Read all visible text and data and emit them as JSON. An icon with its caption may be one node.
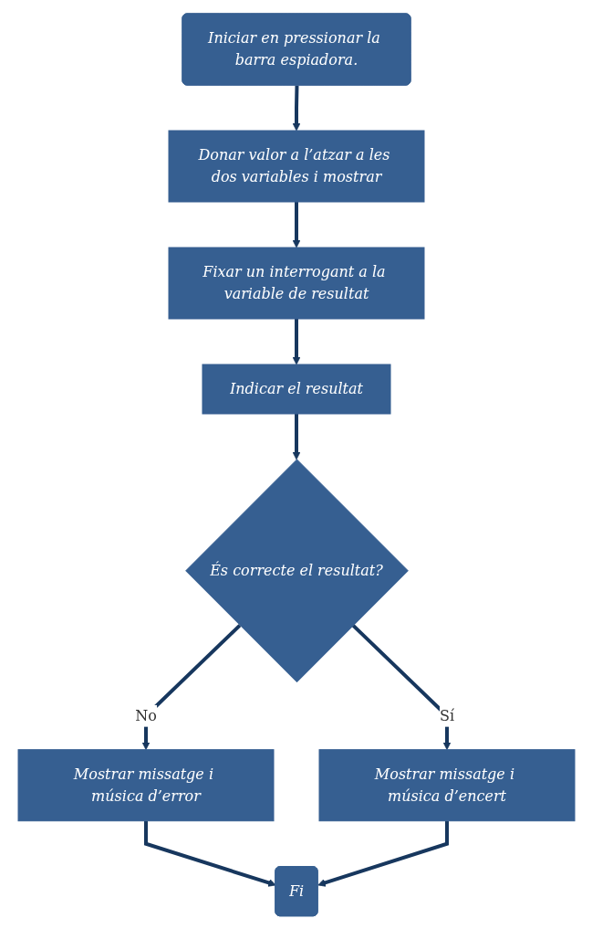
{
  "diagram": {
    "nodes": [
      {
        "text": [
          "Iniciar en pressionar la barra espiadora."
        ]
      },
      {
        "text": [
          "Donar valor a l’atzar a les dos variables i mostrar"
        ]
      },
      {
        "text": [
          "Fixar un interrogant a la variable de resultat"
        ]
      },
      {
        "text": [
          "Indicar el resultat"
        ]
      },
      {
        "text": [
          "És correcte el resultat?"
        ]
      },
      {
        "text": [
          "Mostrar missatge i música d’error"
        ]
      },
      {
        "text": [
          "Mostrar missatge i música d’encert"
        ]
      },
      {
        "text": [
          "Fi"
        ]
      }
    ],
    "edges": [
      {
        "from": 0,
        "to": 1,
        "arrow": "to"
      },
      {
        "from": 1,
        "to": 2,
        "arrow": "to"
      },
      {
        "from": 2,
        "to": 3,
        "arrow": "to"
      },
      {
        "from": 3,
        "to": 4,
        "arrow": "to"
      },
      {
        "from": 4,
        "to": 5,
        "arrow": "to",
        "label": "No"
      },
      {
        "from": 4,
        "to": 6,
        "arrow": "to",
        "label": "Sí"
      },
      {
        "from": 5,
        "to": 7,
        "arrow": "to"
      },
      {
        "from": 6,
        "to": 7,
        "arrow": "to"
      }
    ]
  }
}
